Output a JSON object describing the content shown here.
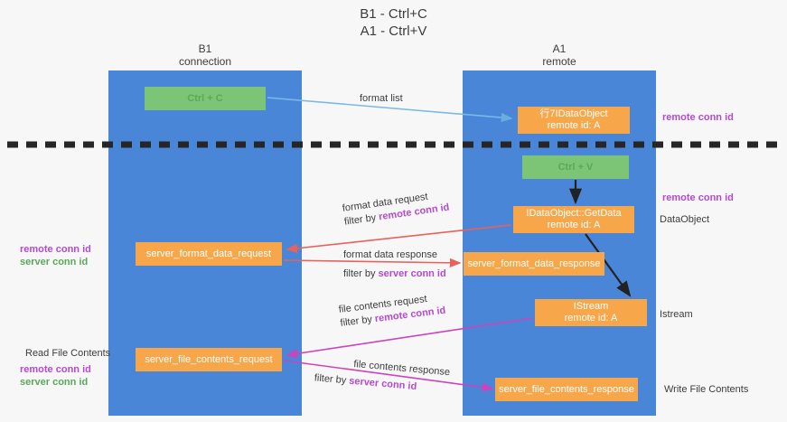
{
  "title": {
    "line1": "B1 - Ctrl+C",
    "line2": "A1 - Ctrl+V"
  },
  "columns": {
    "left": {
      "name": "B1",
      "role": "connection"
    },
    "right": {
      "name": "A1",
      "role": "remote"
    }
  },
  "boxes": {
    "ctrl_c": {
      "label": "Ctrl + C",
      "color": "#7cc576"
    },
    "ctrl_v": {
      "label": "Ctrl + V",
      "color": "#7cc576"
    },
    "idataobject_top": {
      "line1": "⾏7IDataObject",
      "line2": "remote id: A",
      "color": "#f7a74a"
    },
    "getdata": {
      "line1": "IDataObject::GetData",
      "line2": "remote id: A",
      "color": "#f7a74a"
    },
    "format_data_request": {
      "label": "server_format_data_request",
      "color": "#f7a74a"
    },
    "format_data_response": {
      "label": "server_format_data_response",
      "color": "#f7a74a"
    },
    "istream": {
      "line1": "IStream",
      "line2": "remote id: A",
      "color": "#f7a74a"
    },
    "file_contents_request": {
      "label": "server_file_contents_request",
      "color": "#f7a74a"
    },
    "file_contents_response": {
      "label": "server_file_contents_response",
      "color": "#f7a74a"
    }
  },
  "arrow_labels": {
    "format_list": "format list",
    "format_data_request": {
      "line1": "format data request",
      "prefix": "filter by ",
      "key": "remote conn id"
    },
    "format_data_response": {
      "line1": "format data response",
      "prefix": "filter by ",
      "key": "server conn id"
    },
    "file_contents_request": {
      "line1": "file contents request",
      "prefix": "filter by ",
      "key": "remote conn id"
    },
    "file_contents_response": {
      "line1": "file contents response",
      "prefix": "filter by ",
      "key": "server conn id"
    }
  },
  "annotations": {
    "right_remote_conn_id_1": "remote conn id",
    "right_remote_conn_id_2": "remote conn id",
    "right_dataobject": "DataObject",
    "right_istream": "Istream",
    "right_write_file_contents": "Write File Contents",
    "left_remote_conn_id": "remote conn id",
    "left_server_conn_id": "server conn id",
    "left_read_file_contents": "Read File Contents",
    "left_remote_conn_id_2": "remote conn id",
    "left_server_conn_id_2": "server conn id"
  },
  "colors": {
    "lane": "#4a86d8",
    "box_green": "#7cc576",
    "box_orange": "#f7a74a",
    "purple": "#b44ad0",
    "green_text": "#5aa85a",
    "arrow_blue": "#7cb9e8",
    "arrow_red": "#e8615a",
    "arrow_magenta": "#cc44bb",
    "arrow_black": "#222222",
    "background": "#f7f7f7"
  }
}
